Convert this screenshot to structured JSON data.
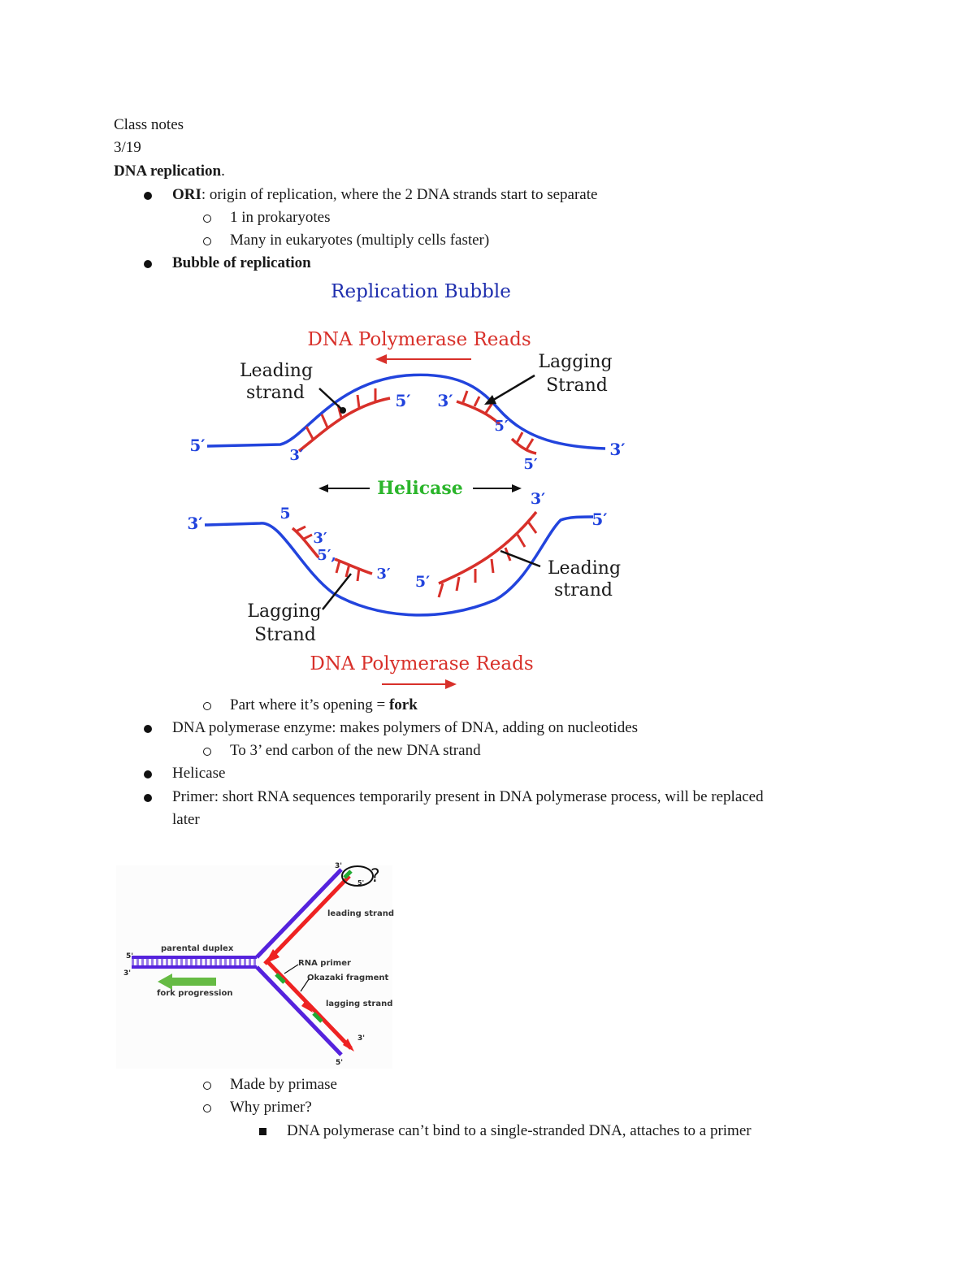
{
  "header": {
    "title": "Class notes",
    "date": "3/19"
  },
  "section": {
    "heading": "DNA replication",
    "heading_punct": "."
  },
  "items": {
    "ori_term": "ORI",
    "ori_text": ": origin of replication, where the 2 DNA strands start to separate",
    "ori_sub1": "1 in prokaryotes",
    "ori_sub2": "Many in eukaryotes (multiply cells faster)",
    "bubble": "Bubble of replication",
    "fork_text": "Part where it’s opening = ",
    "fork_term": "fork",
    "polymerase": "DNA polymerase enzyme: makes polymers of DNA, adding on nucleotides",
    "polymerase_sub": "To 3’ end carbon of the new DNA strand",
    "helicase": "Helicase",
    "primer_line1": "Primer: short RNA sequences temporarily present in DNA polymerase process, will be replaced",
    "primer_line2": "later",
    "primase": "Made by primase",
    "why_primer": "Why primer?",
    "why_answer": "DNA polymerase can’t bind to a single-stranded DNA, attaches to a primer"
  },
  "bubble_figure": {
    "title": "Replication Bubble",
    "reads_top": "DNA Polymerase Reads",
    "reads_bottom": "DNA Polymerase Reads",
    "helicase": "Helicase",
    "leading_top_1": "Leading",
    "leading_top_2": "strand",
    "lagging_top_1": "Lagging",
    "lagging_top_2": "Strand",
    "leading_bot_1": "Leading",
    "leading_bot_2": "strand",
    "lagging_bot_1": "Lagging",
    "lagging_bot_2": "Strand",
    "end_5prime": "5′",
    "end_3prime": "3′",
    "label_5": "5",
    "label_5dot": "5′,",
    "colors": {
      "title": "#1f2fae",
      "red": "#d8302a",
      "green": "#2bb52b",
      "blue": "#2244dd"
    }
  },
  "fork_figure": {
    "parental_duplex": "parental duplex",
    "fork_progression": "fork progression",
    "leading_strand": "leading strand",
    "rna_primer": "RNA primer",
    "okazaki": "Okazaki fragment",
    "lagging_strand": "lagging strand",
    "p5": "5'",
    "p3": "3'",
    "question": "?",
    "colors": {
      "parent": "#5522dd",
      "new": "#ee2222",
      "primer": "#22aa33",
      "arrow": "#66bb44"
    }
  }
}
